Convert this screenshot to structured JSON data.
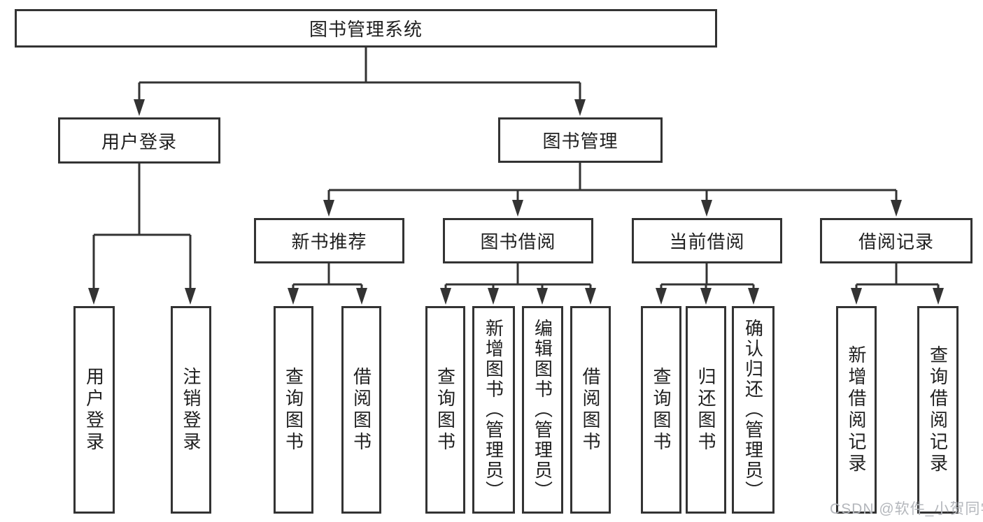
{
  "tree": {
    "root": {
      "label": "图书管理系统"
    },
    "login": {
      "label": "用户登录",
      "children": [
        {
          "label": "用户登录"
        },
        {
          "label": "注销登录"
        }
      ]
    },
    "management": {
      "label": "图书管理",
      "sections": [
        {
          "label": "新书推荐",
          "children": [
            {
              "label": "查询图书"
            },
            {
              "label": "借阅图书"
            }
          ]
        },
        {
          "label": "图书借阅",
          "children": [
            {
              "label": "查询图书"
            },
            {
              "label": "新增图书（管理员）"
            },
            {
              "label": "编辑图书（管理员）"
            },
            {
              "label": "借阅图书"
            }
          ]
        },
        {
          "label": "当前借阅",
          "children": [
            {
              "label": "查询图书"
            },
            {
              "label": "归还图书"
            },
            {
              "label": "确认归还（管理员）"
            }
          ]
        },
        {
          "label": "借阅记录",
          "children": [
            {
              "label": "新增借阅记录"
            },
            {
              "label": "查询借阅记录"
            }
          ]
        }
      ]
    }
  },
  "watermark": "CSDN @软件_小贺同学"
}
